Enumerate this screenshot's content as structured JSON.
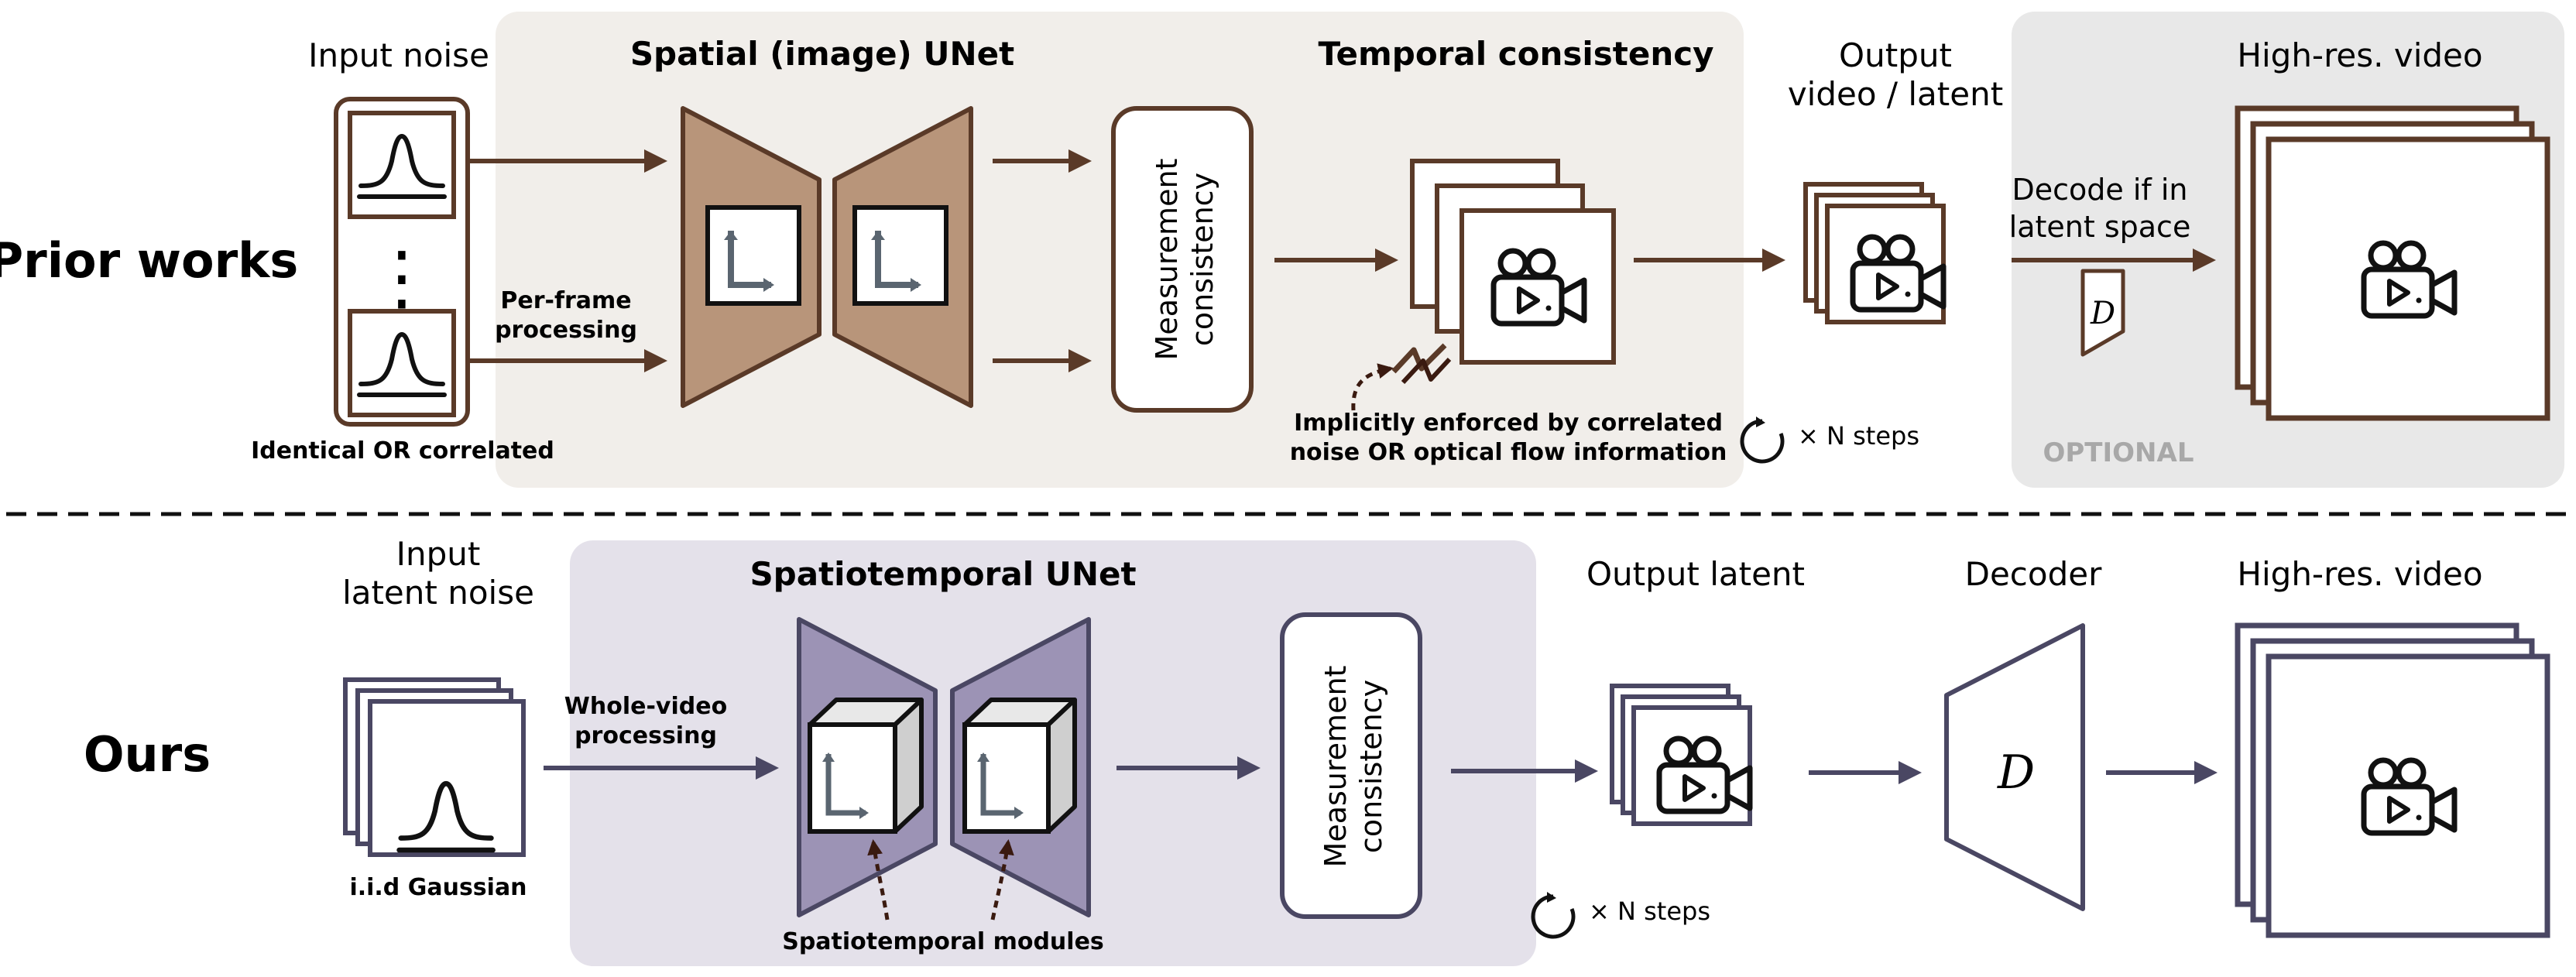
{
  "colors": {
    "prior_bg": "#f1eeea",
    "optional_bg": "#e8e8e8",
    "ours_bg": "#e4e1ea",
    "prior_dark": "#5a3a28",
    "prior_unet": "#b8957a",
    "ours_dark": "#4a4763",
    "ours_unet": "#9c93b5",
    "axis_gray": "#5a6570",
    "optional_text": "#a8a8a8"
  },
  "prior": {
    "row_label": "Prior works",
    "input_label": "Input noise",
    "input_caption": "Identical OR correlated",
    "ellipsis": "⋮",
    "unet_title": "Spatial (image) UNet",
    "per_frame": [
      "Per-frame",
      "processing"
    ],
    "measurement": [
      "Measurement",
      "consistency"
    ],
    "temporal_title": "Temporal consistency",
    "implicit_note": [
      "Implicitly enforced by correlated",
      "noise OR optical flow information"
    ],
    "steps": "× N steps",
    "output_label": [
      "Output",
      "video / latent"
    ],
    "decode_note": [
      "Decode if in",
      "latent space"
    ],
    "decoder_symbol": "D",
    "optional_label": "OPTIONAL",
    "highres_label": "High-res. video"
  },
  "ours": {
    "row_label": "Ours",
    "input_label": [
      "Input",
      "latent noise"
    ],
    "input_caption": "i.i.d Gaussian",
    "unet_title": "Spatiotemporal UNet",
    "whole_video": [
      "Whole-video",
      "processing"
    ],
    "measurement": [
      "Measurement",
      "consistency"
    ],
    "modules_note": "Spatiotemporal modules",
    "steps": "× N steps",
    "output_label": "Output latent",
    "decoder_label": "Decoder",
    "decoder_symbol": "D",
    "highres_label": "High-res. video"
  },
  "icons": [
    "gaussian-curve-icon",
    "video-camera-icon",
    "cube-icon",
    "axes-icon",
    "loop-arrow-icon",
    "lightning-bolt-icon"
  ]
}
